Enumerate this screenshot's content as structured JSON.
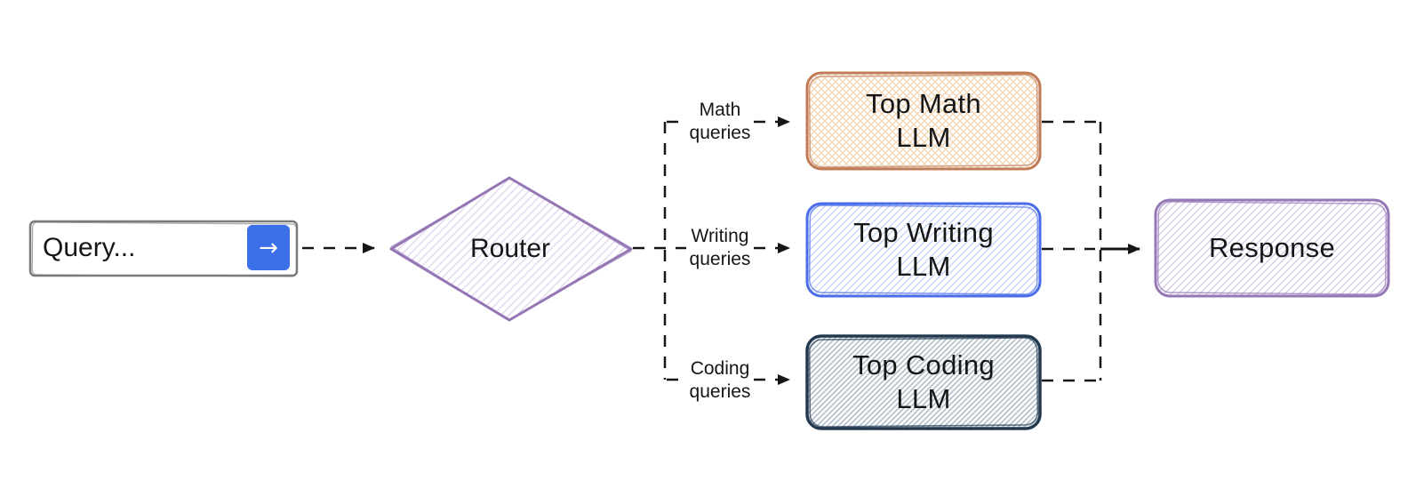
{
  "query_input": {
    "value": "Query...",
    "send_icon_glyph": "→"
  },
  "router": {
    "label": "Router"
  },
  "branches": {
    "math": {
      "label": "Math\nqueries"
    },
    "writing": {
      "label": "Writing\nqueries"
    },
    "coding": {
      "label": "Coding\nqueries"
    }
  },
  "nodes": {
    "math": {
      "label": "Top Math\nLLM"
    },
    "writing": {
      "label": "Top Writing\nLLM"
    },
    "coding": {
      "label": "Top Coding\nLLM"
    },
    "response": {
      "label": "Response"
    }
  },
  "colors": {
    "connector": "#161616",
    "text": "#161616",
    "query_border": "#7b7b7b",
    "send_button": "#3b70e9",
    "send_icon": "#ffffff",
    "router_border": "#9577b5",
    "router_hatch": "#ded3ec",
    "response_border": "#9577b5",
    "response_hatch": "#d8c9e9",
    "math_border": "#c07a56",
    "math_hatch": "#f1d7b8",
    "writing_border": "#4a6ce8",
    "writing_hatch": "#c9d5f6",
    "coding_border": "#22384e",
    "coding_hatch": "#b7c2ce"
  }
}
